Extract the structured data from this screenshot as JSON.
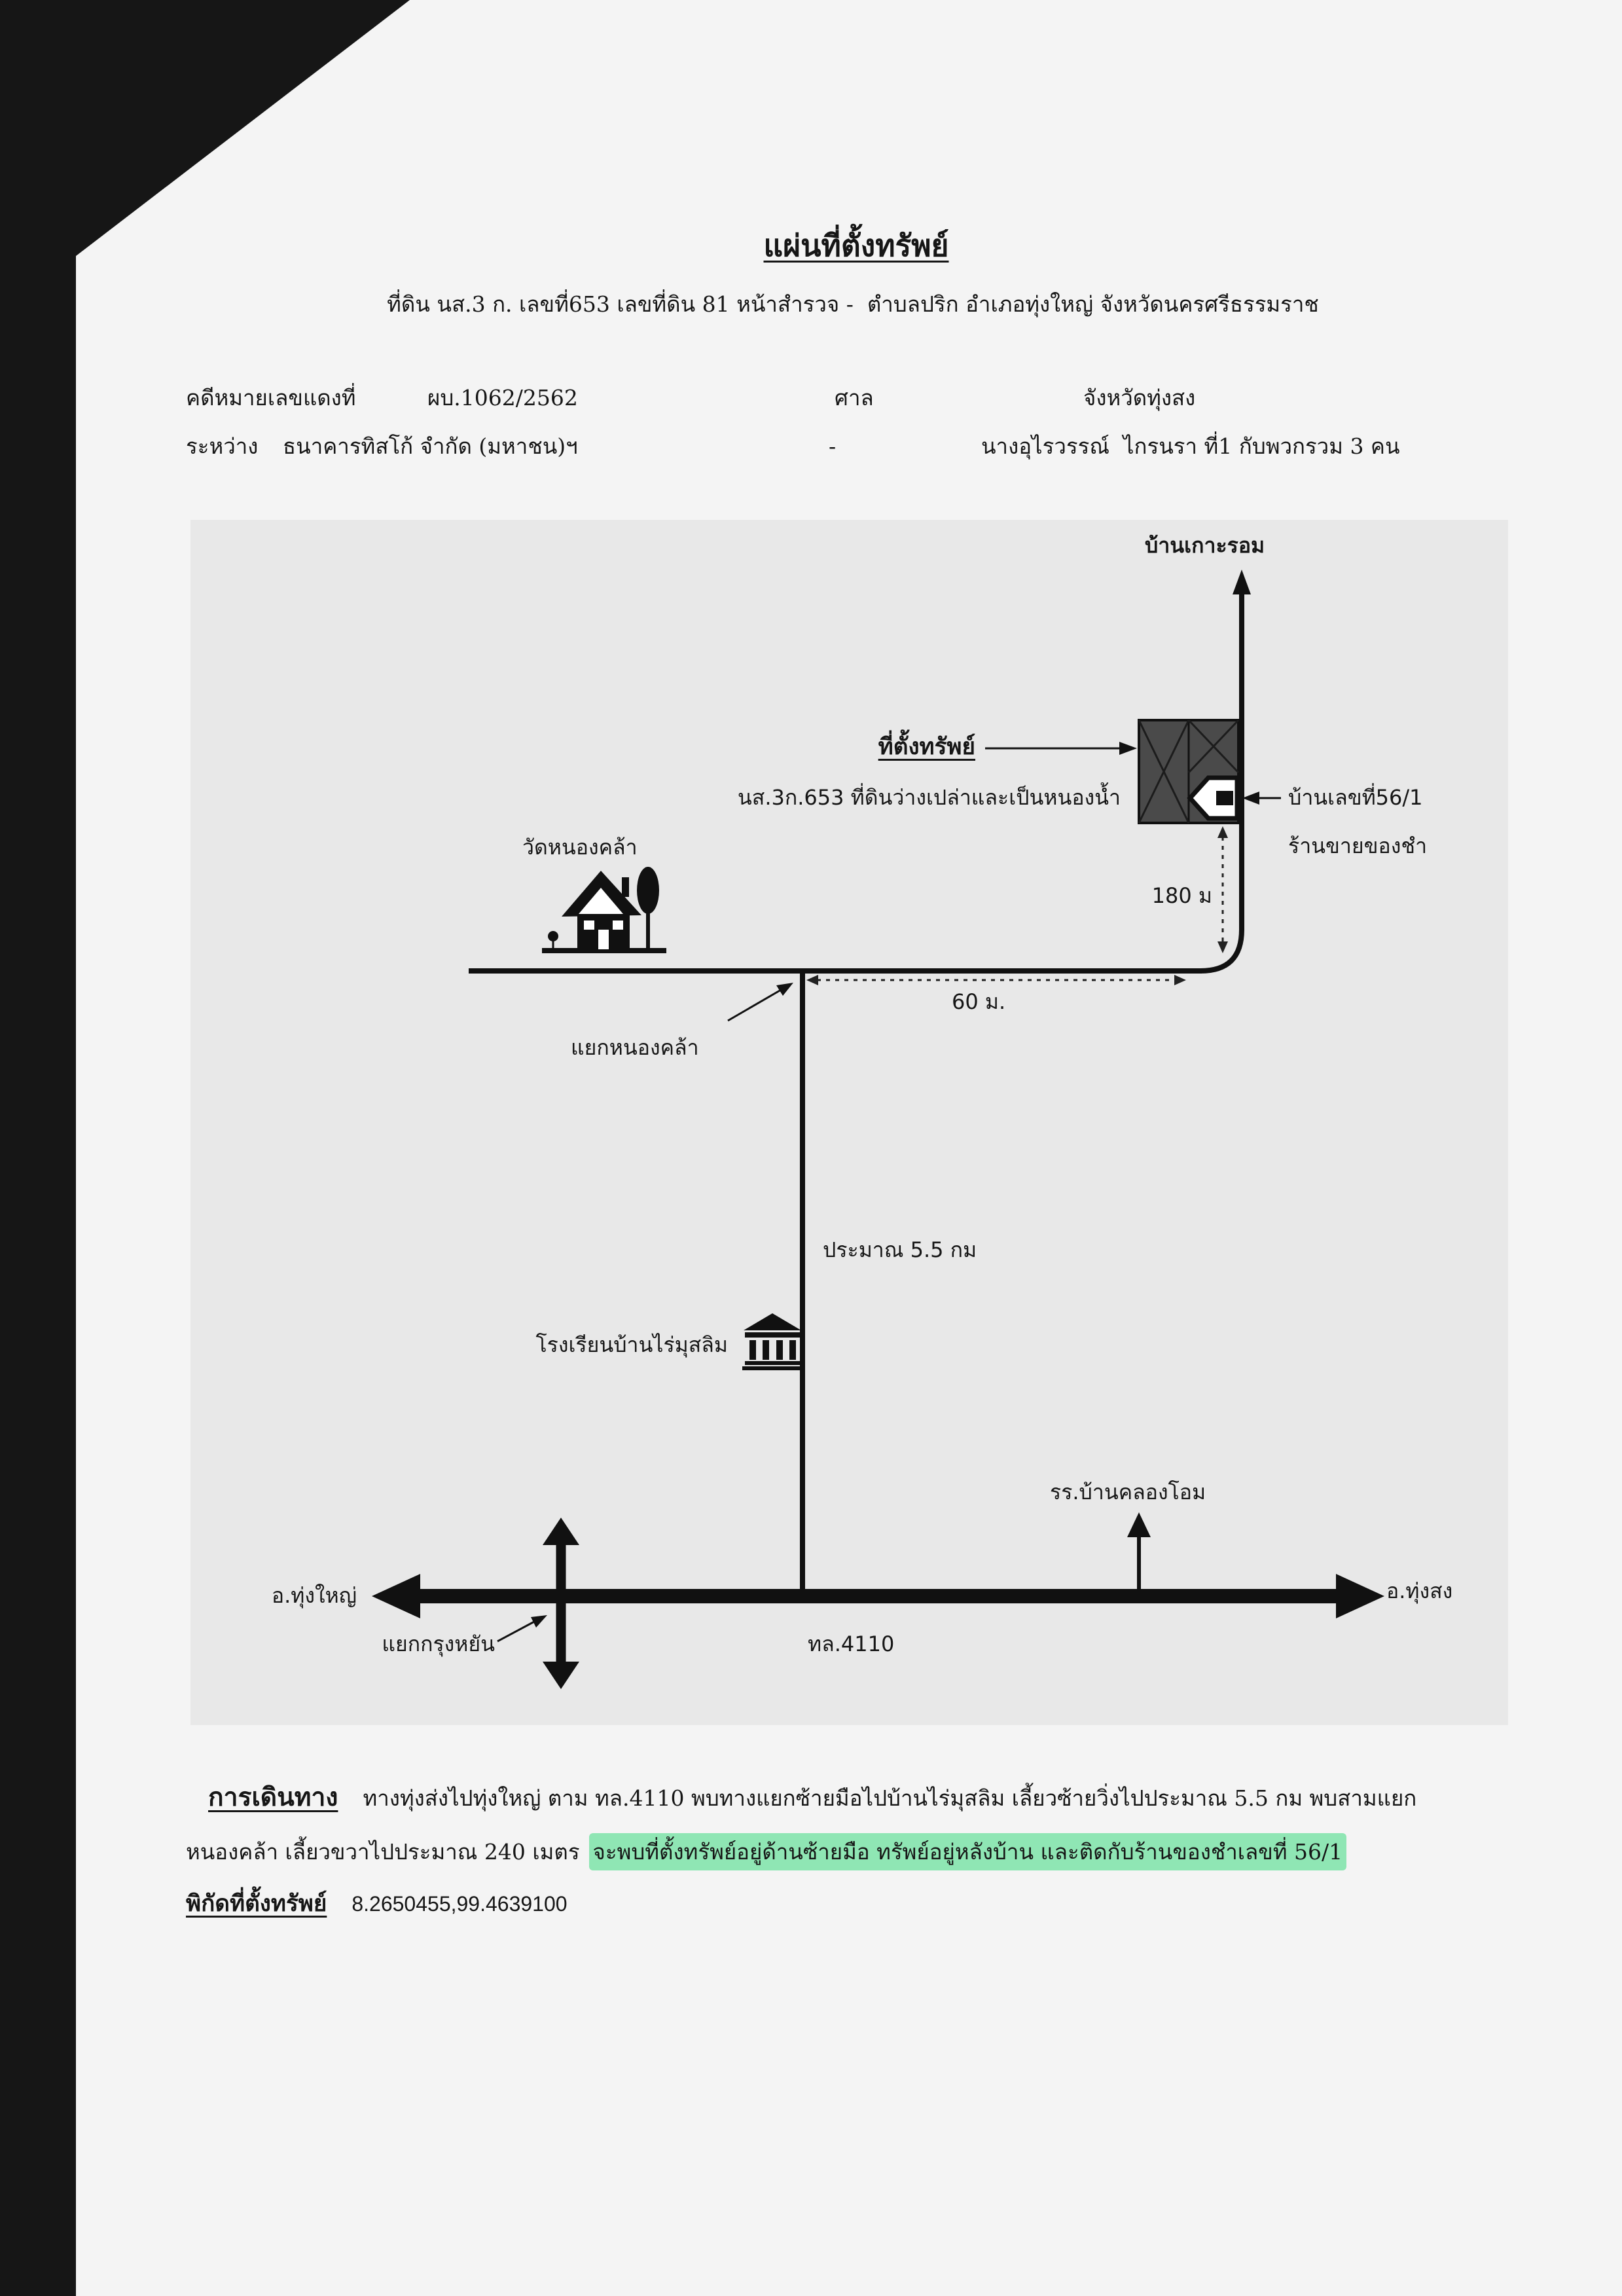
{
  "header": {
    "title": "แผ่นที่ตั้งทรัพย์",
    "subtitle": "ที่ดิน นส.3 ก. เลขที่653 เลขที่ดิน 81 หน้าสำรวจ -  ตำบลปริก อำเภอทุ่งใหญ่ จังหวัดนครศรีธรรมราช"
  },
  "case_info": {
    "case_label": "คดีหมายเลขแดงที่",
    "case_number": "ผบ.1062/2562",
    "court_label": "ศาล",
    "court_name": "จังหวัดทุ่งสง",
    "between_label": "ระหว่าง",
    "plaintiff": "ธนาคารทิสโก้ จำกัด (มหาชน)ฯ",
    "separator": "-",
    "defendant": "นางอุไรวรรณ์  ไกรนรา ที่1 กับพวกรวม 3 คน"
  },
  "map": {
    "labels": {
      "north_destination": "บ้านเกาะรอม",
      "property_title": "ที่ตั้งทรัพย์",
      "property_desc": "นส.3ก.653 ที่ดินว่างเปล่าและเป็นหนองน้ำ",
      "house_number": "บ้านเลขที่56/1",
      "grocery": "ร้านขายของชำ",
      "dist_180": "180 ม",
      "dist_60": "60 ม.",
      "temple": "วัดหนองคล้า",
      "junction_nong_khla": "แยกหนองคล้า",
      "dist_5_5": "ประมาณ 5.5 กม",
      "school_rai_muslim": "โรงเรียนบ้านไร่มุสลิม",
      "school_khlong_om": "รร.บ้านคลองโอม",
      "west_destination": "อ.ทุ่งใหญ่",
      "east_destination": "อ.ทุ่งสง",
      "junction_krung_yan": "แยกกรุงหยัน",
      "highway": "ทล.4110"
    },
    "icons": [
      "temple-house-icon",
      "school-building-icon",
      "property-building-icon",
      "grocery-shop-icon"
    ]
  },
  "directions": {
    "label": "การเดินทาง",
    "line1": "ทางทุ่งส่งไปทุ่งใหญ่ ตาม ทล.4110 พบทางแยกซ้ายมือไปบ้านไร่มุสลิม เลี้ยวซ้ายวิ่งไปประมาณ 5.5 กม พบสามแยก",
    "line2_plain": "หนองคล้า เลี้ยวขวาไปประมาณ 240 เมตร",
    "line2_highlight": "จะพบที่ตั้งทรัพย์อยู่ด้านซ้ายมือ ทรัพย์อยู่หลังบ้าน และติดกับร้านของชำเลขที่ 56/1",
    "highlight_color": "#8fe6b4"
  },
  "coordinates": {
    "label": "พิกัดที่ตั้งทรัพย์",
    "value": "8.2650455,99.4639100"
  }
}
